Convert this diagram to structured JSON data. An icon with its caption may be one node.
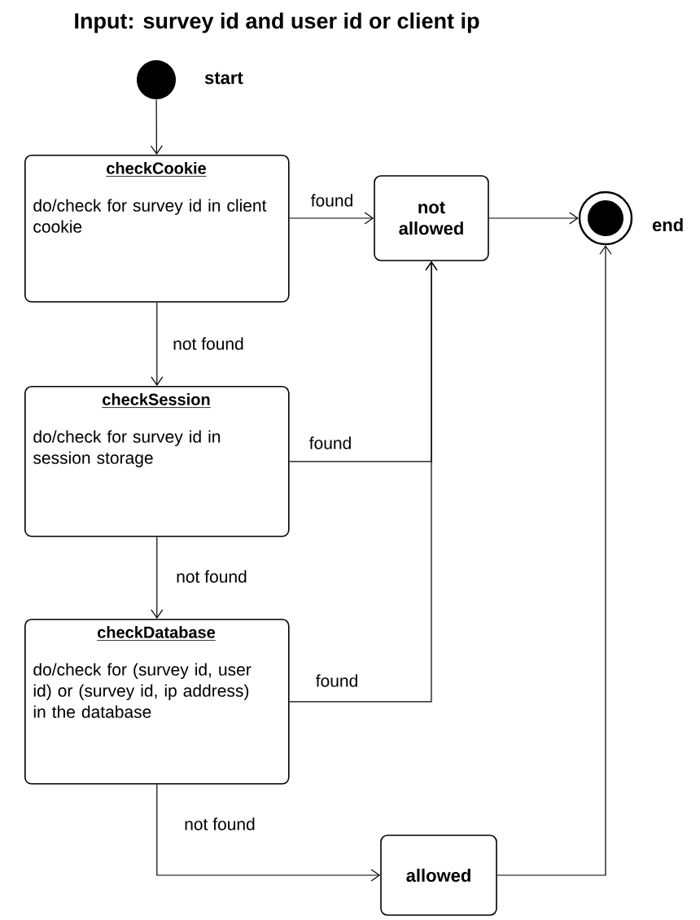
{
  "diagram": {
    "title": "Input: survey id and user id or client ip",
    "nodes": [
      {
        "text": [],
        "shape": "circle",
        "beside": [
          "start"
        ]
      },
      {
        "text": [
          "checkCookie",
          "do/check for survey id in client cookie"
        ]
      },
      {
        "text": [
          "not allowed"
        ]
      },
      {
        "text": [],
        "shape": "circle",
        "beside": [
          "end"
        ]
      },
      {
        "text": [
          "checkSession",
          "do/check for survey id in session storage"
        ]
      },
      {
        "text": [
          "checkDatabase",
          "do/check for (survey id, user id) or (survey id, ip address) in the database"
        ]
      },
      {
        "text": [
          "allowed"
        ]
      }
    ],
    "edges": [
      {
        "from": 0,
        "to": 1,
        "arrow": "to"
      },
      {
        "from": 1,
        "to": 2,
        "arrow": "to",
        "label": "found"
      },
      {
        "from": 2,
        "to": 3,
        "arrow": "to"
      },
      {
        "from": 1,
        "to": 4,
        "arrow": "to",
        "label": "not found"
      },
      {
        "from": 4,
        "to": 2,
        "arrow": "to",
        "label": "found"
      },
      {
        "from": 4,
        "to": 5,
        "arrow": "to",
        "label": "not found"
      },
      {
        "from": 5,
        "to": 2,
        "arrow": "to",
        "label": "found"
      },
      {
        "from": 5,
        "to": 6,
        "arrow": "to",
        "label": "not found"
      },
      {
        "from": 6,
        "to": 3,
        "arrow": "to"
      }
    ]
  }
}
